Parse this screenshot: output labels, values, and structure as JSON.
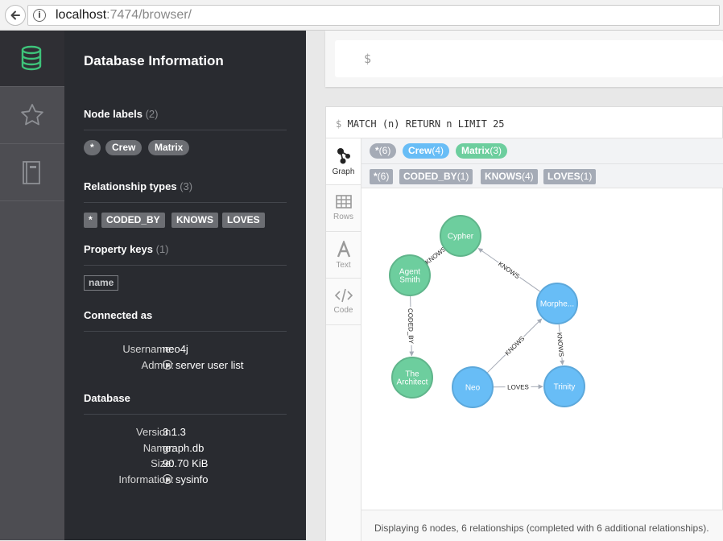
{
  "browser": {
    "url_host": "localhost",
    "url_rest": ":7474/browser/"
  },
  "rail": {
    "items": [
      {
        "icon": "database-icon",
        "active": true
      },
      {
        "icon": "star-icon",
        "active": false
      },
      {
        "icon": "book-icon",
        "active": false
      }
    ]
  },
  "drawer": {
    "title": "Database Information",
    "node_labels": {
      "title": "Node labels",
      "count": "(2)",
      "chips": [
        "*",
        "Crew",
        "Matrix"
      ]
    },
    "relationship_types": {
      "title": "Relationship types",
      "count": "(3)",
      "chips": [
        "*",
        "CODED_BY",
        "KNOWS",
        "LOVES"
      ]
    },
    "property_keys": {
      "title": "Property keys",
      "count": "(1)",
      "chips": [
        "name"
      ]
    },
    "connected_as": {
      "title": "Connected as",
      "username_label": "Username:",
      "username": "neo4j",
      "admin_label": "Admin:",
      "admin_link": "server user list"
    },
    "database": {
      "title": "Database",
      "version_label": "Version:",
      "version": "3.1.3",
      "name_label": "Name:",
      "name": "graph.db",
      "size_label": "Size:",
      "size": "90.70 KiB",
      "information_label": "Information:",
      "information_link": "sysinfo"
    }
  },
  "editor": {
    "prompt": "$"
  },
  "frame": {
    "prompt": "$",
    "query": "MATCH (n) RETURN n LIMIT 25",
    "tabs": [
      "Graph",
      "Rows",
      "Text",
      "Code"
    ],
    "active_tab": "Graph",
    "legend_labels": [
      {
        "label": "*",
        "count": "(6)",
        "color": "#a5abb6"
      },
      {
        "label": "Crew",
        "count": "(4)",
        "color": "#68bdf6"
      },
      {
        "label": "Matrix",
        "count": "(3)",
        "color": "#6dce9e"
      }
    ],
    "legend_rels": [
      {
        "label": "*",
        "count": "(6)"
      },
      {
        "label": "CODED_BY",
        "count": "(1)"
      },
      {
        "label": "KNOWS",
        "count": "(4)"
      },
      {
        "label": "LOVES",
        "count": "(1)"
      }
    ],
    "status": "Displaying 6 nodes, 6 relationships (completed with 6 additional relationships)."
  },
  "graph": {
    "colors": {
      "crew": "#68bdf6",
      "crew_stroke": "#5ca8db",
      "matrix": "#6dce9e",
      "matrix_stroke": "#60b58b",
      "edge": "#a5abb6"
    },
    "nodes": [
      {
        "id": "cypher",
        "lines": [
          "Cypher"
        ],
        "group": "matrix"
      },
      {
        "id": "smith",
        "lines": [
          "Agent",
          "Smith"
        ],
        "group": "matrix"
      },
      {
        "id": "architect",
        "lines": [
          "The",
          "Architect"
        ],
        "group": "matrix"
      },
      {
        "id": "morpheus",
        "lines": [
          "Morphe..."
        ],
        "group": "crew"
      },
      {
        "id": "neo",
        "lines": [
          "Neo"
        ],
        "group": "crew"
      },
      {
        "id": "trinity",
        "lines": [
          "Trinity"
        ],
        "group": "crew"
      }
    ],
    "edges": [
      {
        "from": "cypher",
        "to": "smith",
        "label": "KNOWS"
      },
      {
        "from": "morpheus",
        "to": "cypher",
        "label": "KNOWS"
      },
      {
        "from": "smith",
        "to": "architect",
        "label": "CODED_BY"
      },
      {
        "from": "neo",
        "to": "morpheus",
        "label": "KNOWS"
      },
      {
        "from": "morpheus",
        "to": "trinity",
        "label": "KNOWS"
      },
      {
        "from": "neo",
        "to": "trinity",
        "label": "LOVES"
      }
    ]
  }
}
